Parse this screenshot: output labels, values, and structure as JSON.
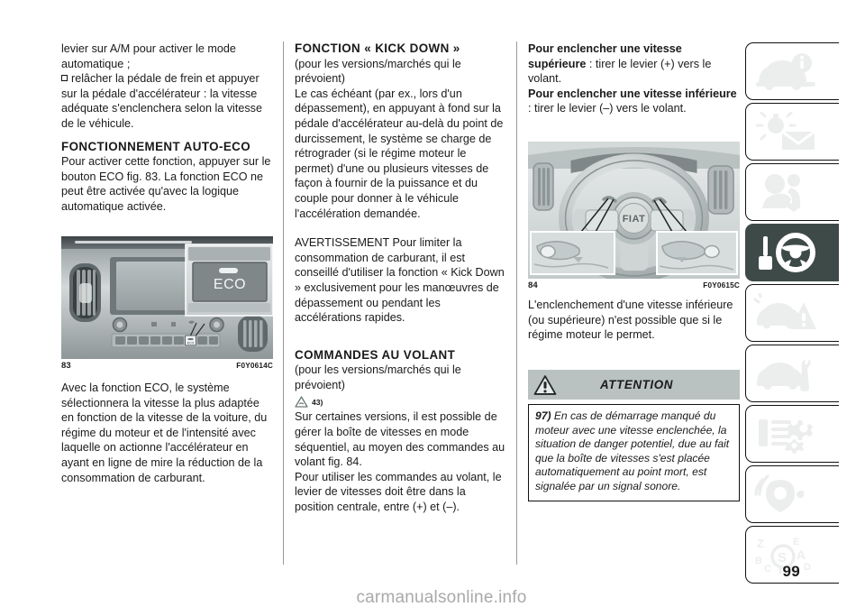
{
  "document": {
    "page_number": "99",
    "footer_watermark": "carmanualsonline.info"
  },
  "column_1": {
    "para_1": "levier sur A/M pour activer le mode automatique ;",
    "bullet_1": "relâcher la pédale de frein et appuyer sur la pédale d'accélérateur : la vitesse adéquate s'enclenchera selon la vitesse de le véhicule.",
    "heading_1": "FONCTIONNEMENT AUTO-ECO",
    "para_2": "Pour activer cette fonction, appuyer sur le bouton ECO fig. 83. La fonction ECO ne peut être activée qu'avec la logique automatique activée.",
    "figure": {
      "number": "83",
      "code": "F0Y0614C",
      "button_label": "ECO",
      "alt": "Planche de bord avec écran central et bouton ECO"
    },
    "para_3": "Avec la fonction ECO, le système sélectionnera la vitesse la plus adaptée en fonction de la vitesse de la voiture, du régime du moteur et de l'intensité avec laquelle on actionne l'accélérateur en ayant en ligne de mire la réduction de la consommation de carburant."
  },
  "column_2": {
    "heading_1": "FONCTION « Kick Down »",
    "para_1": "(pour les versions/marchés qui le prévoient)",
    "para_2": "Le cas échéant (par ex., lors d'un dépassement), en appuyant à fond sur la pédale d'accélérateur au-delà du point de durcissement, le système se charge de rétrograder (si le régime moteur le permet) d'une ou plusieurs vitesses de façon à fournir de la puissance et du couple pour donner à le véhicule l'accélération demandée.",
    "para_3": "AVERTISSEMENT Pour limiter la consommation de carburant, il est conseillé d'utiliser la fonction « Kick Down » exclusivement pour les manœuvres de dépassement ou pendant les accélérations rapides.",
    "heading_2": "COMMANDES AU VOLANT",
    "para_4": "(pour les versions/marchés qui le prévoient)",
    "warning_ref": "43)",
    "para_5": "Sur certaines versions, il est possible de gérer la boîte de vitesses en mode séquentiel, au moyen des commandes au volant fig. 84.",
    "para_6": "Pour utiliser les commandes au volant, le levier de vitesses doit être dans la position centrale, entre (+) et (–)."
  },
  "column_3": {
    "para_1_bold": "Pour enclencher une vitesse supérieure",
    "para_1_rest": " : tirer le levier (+) vers le volant.",
    "para_2_bold": "Pour enclencher une vitesse inférieure",
    "para_2_rest": " : tirer le levier (–) vers le volant.",
    "figure": {
      "number": "84",
      "code": "F0Y0615C",
      "logo_text": "FIAT",
      "alt": "Volant avec commandes palettes de changement de vitesse"
    },
    "para_3": "L'enclenchement d'une vitesse inférieure (ou supérieure) n'est possible que si le régime moteur le permet.",
    "attention": {
      "label": "ATTENTION",
      "ref": "97)",
      "text": " En cas de démarrage manqué du moteur avec une vitesse enclenchée, la situation de danger potentiel, due au fait que la boîte de vitesses s'est placée automatiquement au point mort, est signalée par un signal sonore."
    }
  },
  "sidebar": {
    "active_index": 3,
    "tabs": [
      {
        "icon": "car-info-icon",
        "label": "Connaissance du véhicule"
      },
      {
        "icon": "sun-envelope-icon",
        "label": "Connaissance du tableau de bord"
      },
      {
        "icon": "child-seat-safety-icon",
        "label": "Sécurité"
      },
      {
        "icon": "key-steering-wheel-icon",
        "label": "Démarrage et conduite"
      },
      {
        "icon": "car-warning-triangle-icon",
        "label": "En cas d'urgence"
      },
      {
        "icon": "car-wrench-icon",
        "label": "Entretien et soin"
      },
      {
        "icon": "list-gears-icon",
        "label": "Caractéristiques techniques"
      },
      {
        "icon": "multimedia-icon",
        "label": "Multimédia"
      },
      {
        "icon": "alphabetical-index-icon",
        "label": "Index alphabétique"
      }
    ]
  },
  "colors": {
    "attention_bar": "#b9c2c0",
    "active_tab": "#3e4a48",
    "pale_icon": "#eceeed",
    "rule": "#9a9a9a",
    "watermark": "#a9a9a9"
  }
}
